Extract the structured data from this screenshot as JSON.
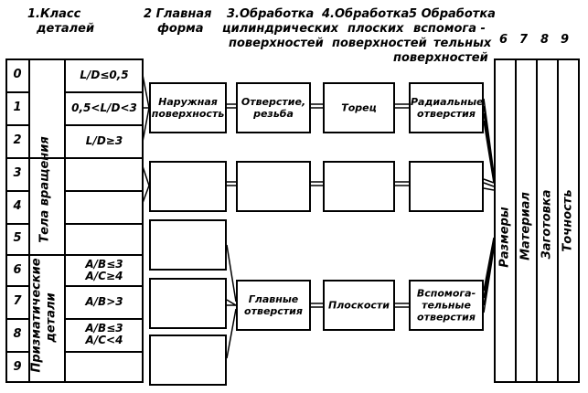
{
  "headers": {
    "h1": "1.Класс",
    "h1b": "деталей",
    "h2": "2  Главная",
    "h2b": "форма",
    "h3": "3.Обработка",
    "h3b": "цилиндрических",
    "h3c": "поверхностей",
    "h4": "4.Обработка",
    "h4b": "плоских",
    "h4c": "поверхностей",
    "h5": "5 Обработка",
    "h5b": "вспомога -",
    "h5c": "тельных",
    "h5d": "поверхностей",
    "c6": "6",
    "c7": "7",
    "c8": "8",
    "c9": "9"
  },
  "rows": [
    "0",
    "1",
    "2",
    "3",
    "4",
    "5",
    "6",
    "7",
    "8",
    "9"
  ],
  "groups": {
    "rotation": "Тела  вращения",
    "prismatic_a": "Призматические",
    "prismatic_b": "детали"
  },
  "conditions": {
    "r0": "L/D≤0,5",
    "r1": "0,5<L/D<3",
    "r2": "L/D≥3",
    "r6a": "A/B≤3",
    "r6b": "A/C≥4",
    "r7": "A/B>3",
    "r8a": "A/B≤3",
    "r8b": "A/C<4"
  },
  "boxes": {
    "outer_surface_a": "Наружная",
    "outer_surface_b": "поверхность",
    "hole_thread_a": "Отверстие,",
    "hole_thread_b": "резьба",
    "end_face": "Торец",
    "radial_holes_a": "Радиальные",
    "radial_holes_b": "отверстия",
    "main_holes_a": "Главные",
    "main_holes_b": "отверстия",
    "planes": "Плоскости",
    "aux_holes_a": "Вспомога-",
    "aux_holes_b": "тельные",
    "aux_holes_c": "отверстия"
  },
  "columns": {
    "sizes": "Размеры",
    "material": "Материал",
    "blank": "Заготовка",
    "accuracy": "Точность"
  }
}
